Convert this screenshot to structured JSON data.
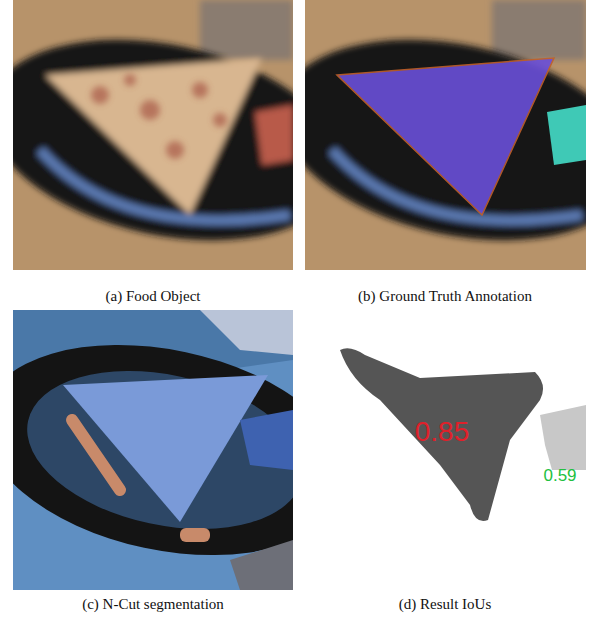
{
  "diagram": {
    "labels": [
      "(a) Food Object",
      "(b) Ground Truth Annotation",
      "(c) N-Cut segmentation",
      "(d) Result IoUs",
      "0.85",
      "0.59"
    ]
  }
}
